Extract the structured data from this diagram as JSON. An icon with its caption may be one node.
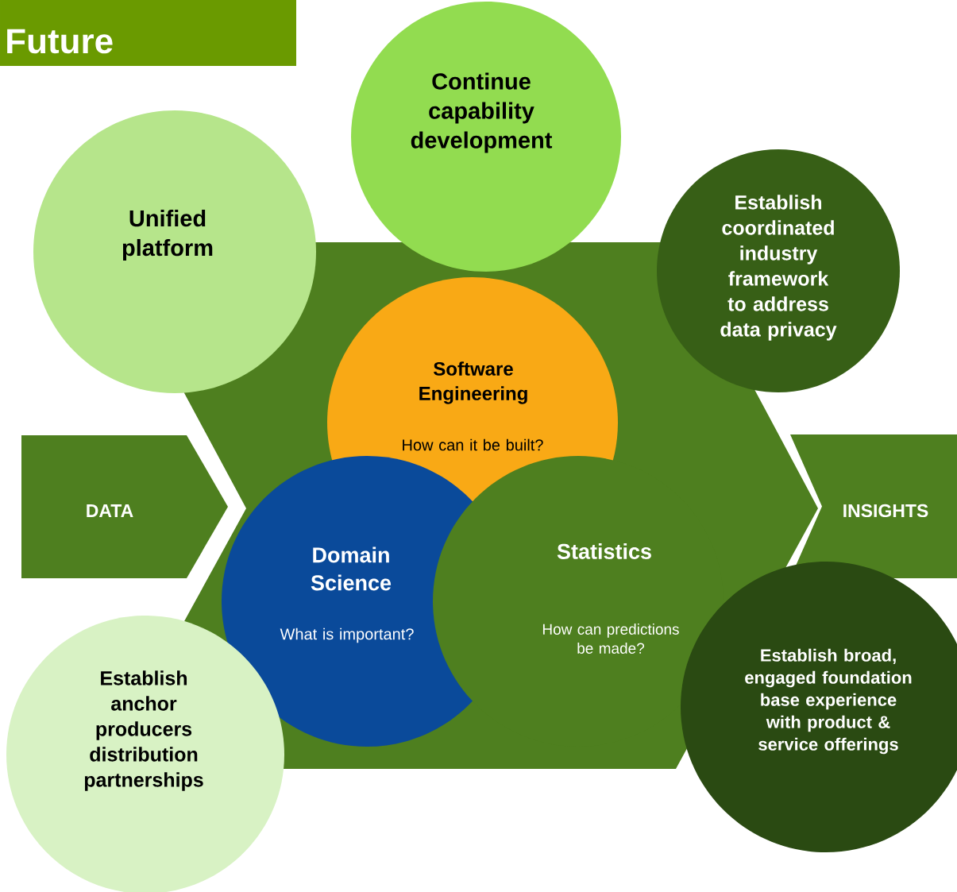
{
  "diagram": {
    "title": "Future",
    "nodes": [
      {
        "text": [
          "Unified platform"
        ]
      },
      {
        "text": [
          "Continue capability development"
        ]
      },
      {
        "text": [
          "Establish coordinated industry framework to address data privacy"
        ]
      },
      {
        "text": [
          "DATA"
        ]
      },
      {
        "text": [
          "Software Engineering",
          "How can it be built?"
        ]
      },
      {
        "text": [
          "Domain Science",
          "What is important?"
        ]
      },
      {
        "text": [
          "Statistics",
          "How can predictions be made?"
        ]
      },
      {
        "text": [
          "INSIGHTS"
        ]
      },
      {
        "text": [
          "Establish anchor producers distribution partnerships"
        ]
      },
      {
        "text": [
          "Establish broad, engaged foundation base experience with product & service offerings"
        ]
      }
    ]
  }
}
